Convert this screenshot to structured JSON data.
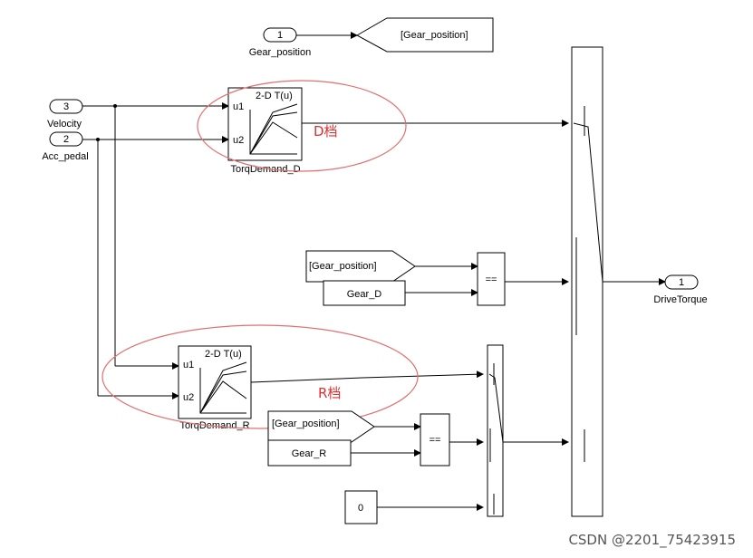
{
  "inports": [
    {
      "num": "1",
      "name": "Gear_position"
    },
    {
      "num": "3",
      "name": "Velocity"
    },
    {
      "num": "2",
      "name": "Acc_pedal"
    }
  ],
  "outport": {
    "num": "1",
    "name": "DriveTorque"
  },
  "goto_tag": "[Gear_position]",
  "from_tag_1": "[Gear_position]",
  "from_tag_2": "[Gear_position]",
  "const_gear_d": "Gear_D",
  "const_gear_r": "Gear_R",
  "const_zero": "0",
  "compare_op_1": "==",
  "compare_op_2": "==",
  "lookup_d": {
    "title": "2-D T(u)",
    "in1": "u1",
    "in2": "u2",
    "name": "TorqDemand_D"
  },
  "lookup_r": {
    "title": "2-D T(u)",
    "in1": "u1",
    "in2": "u2",
    "name": "TorqDemand_R"
  },
  "annotations": {
    "d": "D档",
    "r": "R档"
  },
  "watermark": "CSDN @2201_75423915"
}
